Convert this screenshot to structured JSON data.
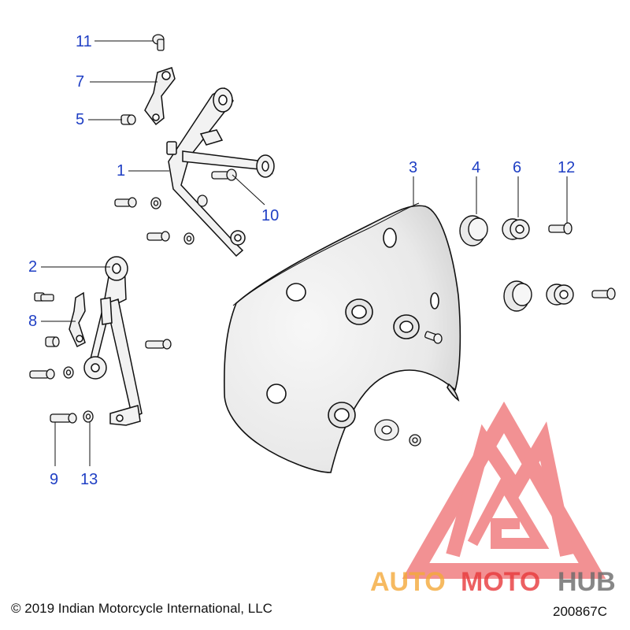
{
  "colors": {
    "callout": "#1f3fc4",
    "line": "#111111",
    "part_fill": "#f0f0f0",
    "shade": "#c9c9c9",
    "watermark_red": "#e8393b",
    "watermark_orange": "#f4a93a",
    "watermark_gray": "#6a6a6a"
  },
  "callouts": [
    {
      "id": "callout-1",
      "label": "1"
    },
    {
      "id": "callout-2",
      "label": "2"
    },
    {
      "id": "callout-3",
      "label": "3"
    },
    {
      "id": "callout-4",
      "label": "4"
    },
    {
      "id": "callout-5",
      "label": "5"
    },
    {
      "id": "callout-6",
      "label": "6"
    },
    {
      "id": "callout-7",
      "label": "7"
    },
    {
      "id": "callout-8",
      "label": "8"
    },
    {
      "id": "callout-9",
      "label": "9"
    },
    {
      "id": "callout-10",
      "label": "10"
    },
    {
      "id": "callout-11",
      "label": "11"
    },
    {
      "id": "callout-12",
      "label": "12"
    },
    {
      "id": "callout-13",
      "label": "13"
    }
  ],
  "footer": {
    "copyright": "© 2019 Indian Motorcycle International, LLC",
    "diagram_code": "200867C"
  },
  "watermark": {
    "word_auto": "AUTO",
    "word_moto": "MOTO",
    "word_hub": "HUB"
  }
}
